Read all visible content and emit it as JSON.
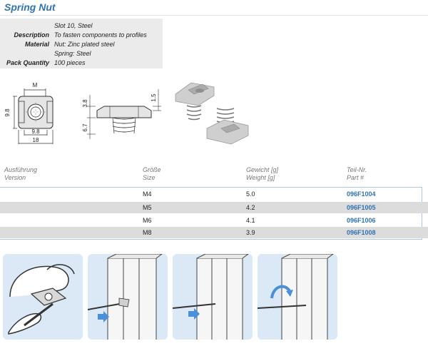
{
  "title": "Spring Nut",
  "specs": [
    {
      "label": "",
      "value": "Slot 10, Steel"
    },
    {
      "label": "Description",
      "value": "To fasten components to profiles"
    },
    {
      "label": "Material",
      "value": "Nut: Zinc plated steel"
    },
    {
      "label": "",
      "value": "Spring: Steel"
    },
    {
      "label": "Pack Quantity",
      "value": "100 pieces"
    }
  ],
  "drawing": {
    "front": {
      "top": "M",
      "left": "9.8",
      "inner": "9.8",
      "bottom": "18"
    },
    "side": {
      "a": "3.8",
      "b": "6.7",
      "c": "1.5"
    }
  },
  "table": {
    "headers": [
      {
        "de": "Ausführung",
        "en": "Version"
      },
      {
        "de": "Größe",
        "en": "Size"
      },
      {
        "de": "Gewicht [g]",
        "en": "Weight [g]"
      },
      {
        "de": "Teil-Nr.",
        "en": "Part #"
      }
    ],
    "rows": [
      {
        "version": "",
        "size": "M4",
        "weight": "5.0",
        "part": "096F1004"
      },
      {
        "version": "",
        "size": "M5",
        "weight": "4.2",
        "part": "096F1005"
      },
      {
        "version": "",
        "size": "M6",
        "weight": "4.1",
        "part": "096F1006"
      },
      {
        "version": "",
        "size": "M8",
        "weight": "3.9",
        "part": "096F1008"
      }
    ]
  },
  "colors": {
    "accent": "#2f72b5",
    "panel": "#dbe8f6",
    "shade": "#dcdcdc"
  }
}
